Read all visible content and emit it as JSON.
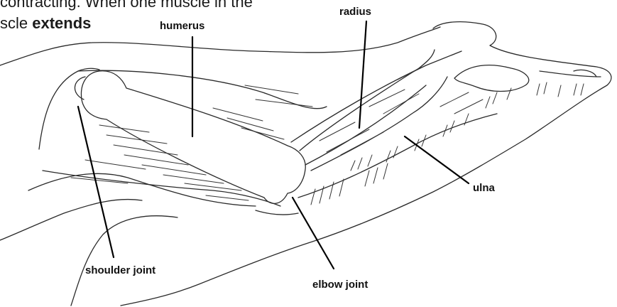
{
  "intro": {
    "line1": "contracting.  When one muscle in the",
    "line2_prefix": "scle ",
    "line2_bold": "extends"
  },
  "labels": {
    "humerus": "humerus",
    "radius": "radius",
    "ulna": "ulna",
    "shoulder_joint": "shoulder joint",
    "elbow_joint": "elbow joint"
  }
}
